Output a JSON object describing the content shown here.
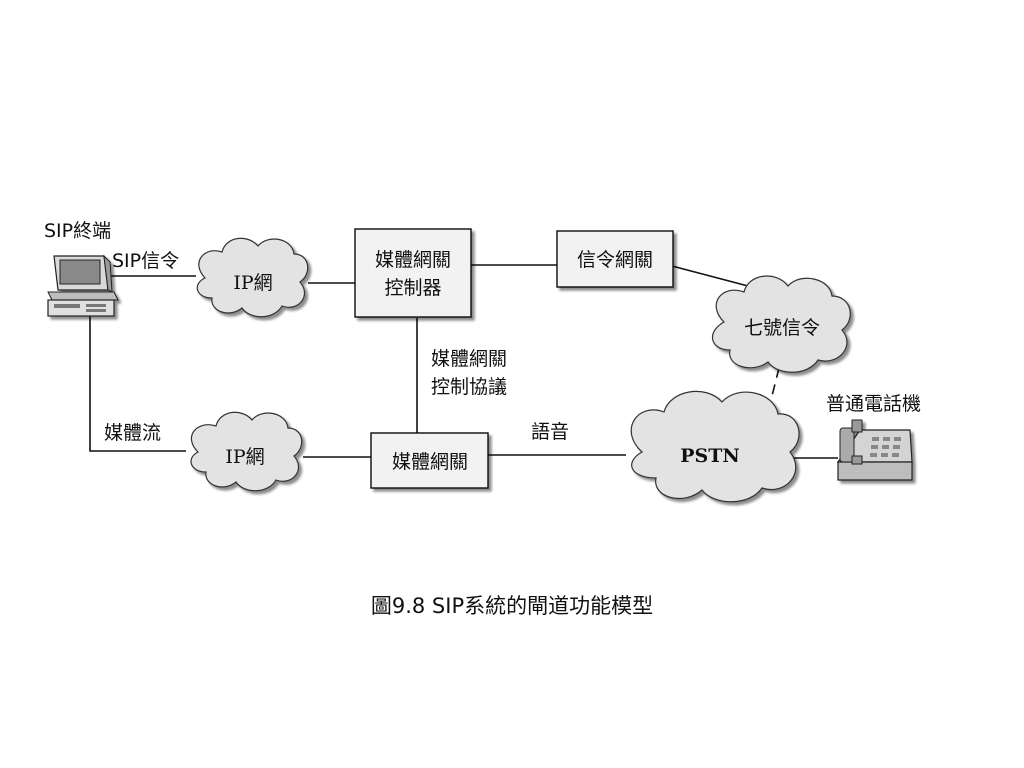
{
  "nodes": {
    "sip_terminal": "SIP終端",
    "ip_net_top": "IP網",
    "mgc_line1": "媒體網關",
    "mgc_line2": "控制器",
    "signaling_gw": "信令網關",
    "ss7": "七號信令",
    "ip_net_bottom": "IP網",
    "media_gw": "媒體網關",
    "pstn": "PSTN",
    "phone": "普通電話機"
  },
  "links": {
    "sip_signaling": "SIP信令",
    "mgcp_line1": "媒體網關",
    "mgcp_line2": "控制協議",
    "media_stream": "媒體流",
    "voice": "語音"
  },
  "caption": "圖9.8  SIP系統的閘道功能模型"
}
